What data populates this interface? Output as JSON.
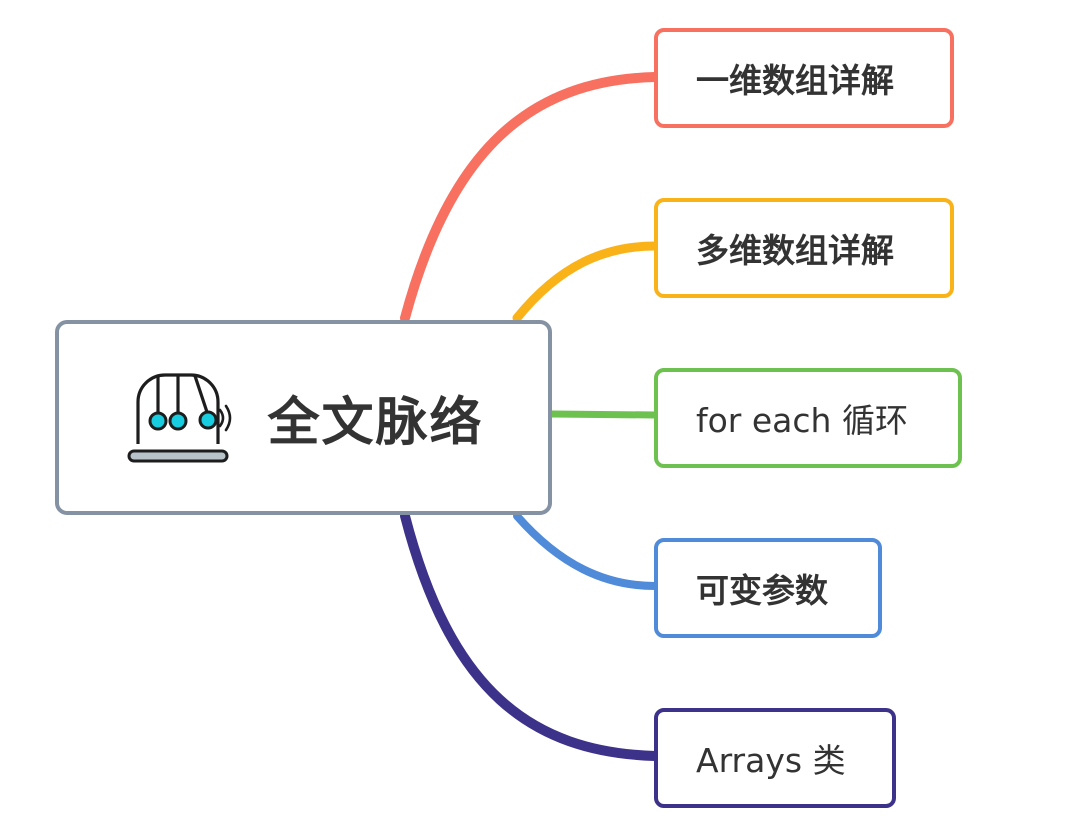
{
  "central": {
    "title": "全文脉络",
    "icon": "newtons-cradle-icon",
    "border_color": "#8592a3"
  },
  "branches": [
    {
      "label": "一维数组详解",
      "color": "#f87060",
      "bold": true
    },
    {
      "label": "多维数组详解",
      "color": "#fab219",
      "bold": true
    },
    {
      "label": "for each 循环",
      "color": "#6cc14f",
      "bold": false
    },
    {
      "label": "可变参数",
      "color": "#4f8bd8",
      "bold": true
    },
    {
      "label": "Arrays 类",
      "color": "#3c3289",
      "bold": false
    }
  ]
}
